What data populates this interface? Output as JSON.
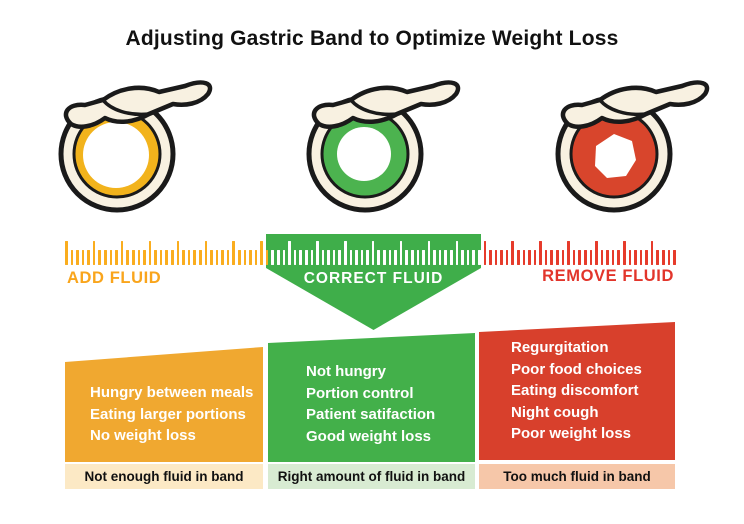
{
  "title": "Adjusting Gastric Band to Optimize Weight Loss",
  "bands": [
    {
      "id": "loose",
      "ring_color": "#F2B31C",
      "body_color": "#F8F1E1",
      "opening_color": "#FFFFFF",
      "outline_color": "#1A1A1A"
    },
    {
      "id": "correct",
      "ring_color": "#4CB34F",
      "body_color": "#F8F1E1",
      "opening_color": "#FFFFFF",
      "outline_color": "#1A1A1A"
    },
    {
      "id": "tight",
      "ring_color": "#D8452C",
      "body_color": "#F8F1E1",
      "opening_color": "#FFFFFF",
      "outline_color": "#1A1A1A"
    }
  ],
  "gauge": {
    "add_label": "ADD FLUID",
    "correct_label": "CORRECT FLUID",
    "remove_label": "REMOVE FLUID",
    "colors": {
      "add_tick": "#FAAD1E",
      "add_text": "#F9A51C",
      "correct_tick": "#FFFFFF",
      "correct_bg": "#3FAE4A",
      "remove_tick": "#E63B2B",
      "remove_text": "#E2352B"
    }
  },
  "panels": [
    {
      "id": "add",
      "bg": "#F0A830",
      "items": [
        "Hungry between meals",
        "Eating larger portions",
        "No weight loss"
      ],
      "caption": "Not enough fluid in band",
      "caption_bg": "#FCE9C5"
    },
    {
      "id": "correct",
      "bg": "#43B04A",
      "items": [
        "Not hungry",
        "Portion control",
        "Patient satifaction",
        "Good weight loss"
      ],
      "caption": "Right amount of fluid in band",
      "caption_bg": "#D8EBD2"
    },
    {
      "id": "remove",
      "bg": "#D8402C",
      "items": [
        "Regurgitation",
        "Poor food choices",
        "Eating discomfort",
        "Night cough",
        "Poor weight loss"
      ],
      "caption": "Too much fluid in band",
      "caption_bg": "#F6C7A9"
    }
  ]
}
